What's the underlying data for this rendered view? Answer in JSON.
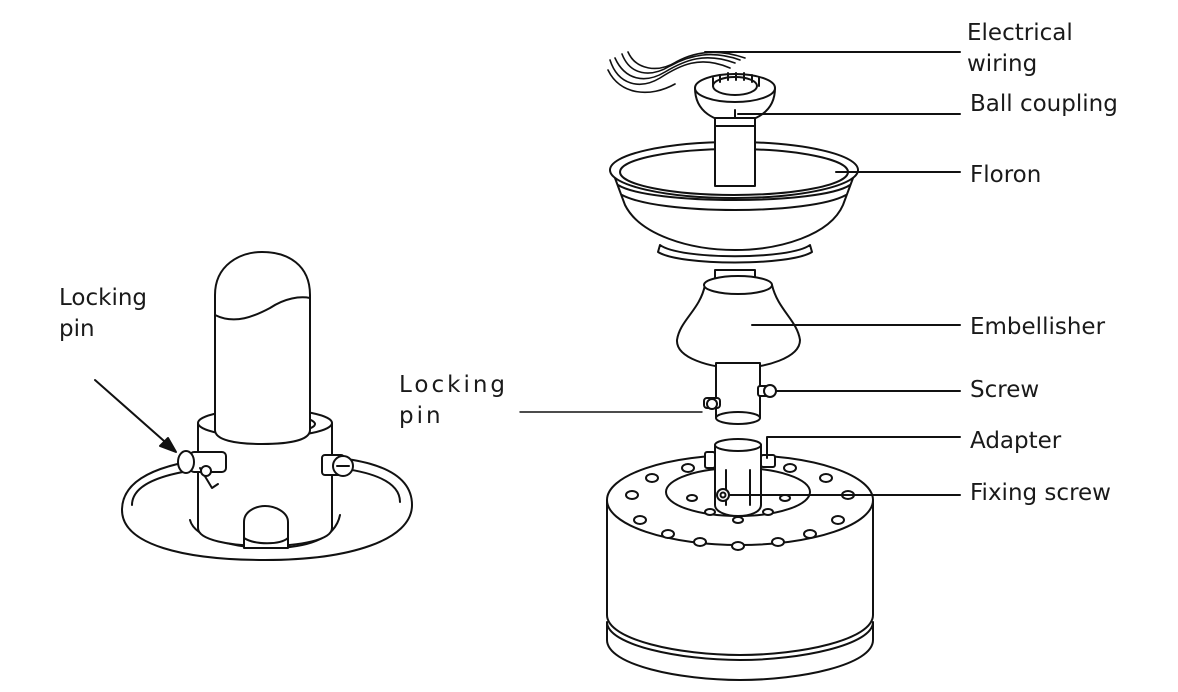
{
  "labels": {
    "electrical_wiring": [
      "Electrical",
      "wiring"
    ],
    "ball_coupling": "Ball coupling",
    "floron": "Floron",
    "embellisher": "Embellisher",
    "screw": "Screw",
    "adapter": "Adapter",
    "fixing_screw": "Fixing screw",
    "locking_pin_center": [
      "Locking",
      "pin"
    ],
    "locking_pin_left": [
      "Locking",
      "pin"
    ]
  },
  "colors": {
    "line": "#111111",
    "fill": "#ffffff"
  }
}
